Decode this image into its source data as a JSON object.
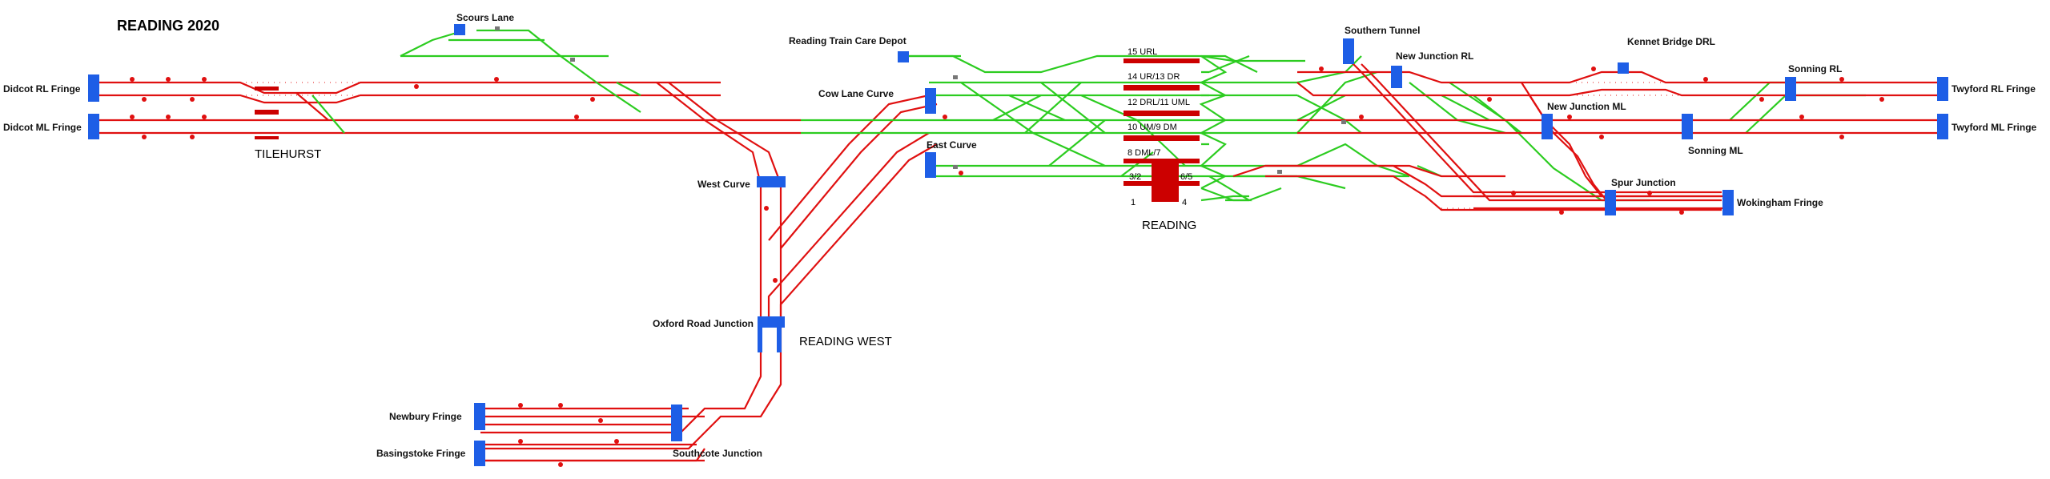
{
  "title": "READING 2020",
  "labels": {
    "tilehurst": "TILEHURST",
    "reading": "READING",
    "reading_west": "READING WEST",
    "scours_lane": "Scours Lane",
    "train_care_depot": "Reading Train Care Depot",
    "cow_lane_curve": "Cow Lane Curve",
    "east_curve": "East Curve",
    "west_curve": "West Curve",
    "oxford_road_junction": "Oxford Road Junction",
    "southern_tunnel": "Southern Tunnel",
    "new_junction_rl": "New Junction RL",
    "new_junction_ml": "New Junction ML",
    "kennet_bridge_drl": "Kennet Bridge DRL",
    "sonning_rl": "Sonning RL",
    "sonning_ml": "Sonning ML",
    "spur_junction": "Spur Junction",
    "southcote_junction": "Southcote Junction"
  },
  "fringes": {
    "didcot_rl": "Didcot RL Fringe",
    "didcot_ml": "Didcot ML Fringe",
    "twyford_rl": "Twyford RL Fringe",
    "twyford_ml": "Twyford ML Fringe",
    "wokingham": "Wokingham Fringe",
    "newbury": "Newbury Fringe",
    "basingstoke": "Basingstoke Fringe"
  },
  "platforms": {
    "p15": "15 URL",
    "p14": "14 UR/13 DR",
    "p12": "12 DRL/11 UML",
    "p10": "10 UM/9 DM",
    "p8": "8 DML/7",
    "p3": "3/2",
    "p6": "6/5",
    "p1": "1",
    "p4": "4"
  },
  "colors": {
    "track_red": "#e01010",
    "track_green": "#2ccc20",
    "fringe_blue": "#1e5ee6",
    "platform_red": "#cc0000"
  }
}
